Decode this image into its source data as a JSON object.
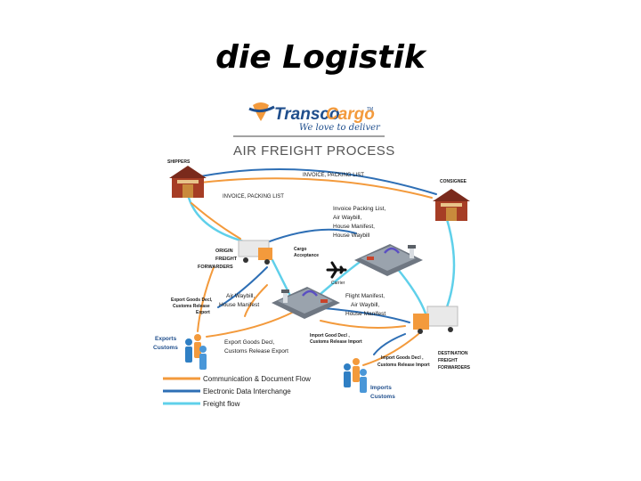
{
  "slide": {
    "title": "die Logistik"
  },
  "brand": {
    "name_part1": "Transco",
    "name_part2": "Cargo",
    "trademark": "TM",
    "tagline": "We love to deliver",
    "process_title": "AIR FREIGHT PROCESS"
  },
  "nodes": {
    "shippers": "SHIPPERS",
    "consignee": "CONSIGNEE",
    "origin_ff": [
      "ORIGIN",
      "FREIGHT",
      "FORWARDERS"
    ],
    "destination_ff": [
      "DESTINATION",
      "FREIGHT",
      "FORWARDERS"
    ],
    "exports_customs": [
      "Exports",
      "Customs"
    ],
    "imports_customs": [
      "Imports",
      "Customs"
    ],
    "carrier": "Carrier",
    "cargo_acceptance": [
      "Cargo",
      "Acceptance"
    ]
  },
  "flow_labels": {
    "invoice_packing_list_top": "INVOICE, PACKING LIST",
    "invoice_packing_list_left": "INVOICE, PACKING LIST",
    "carrier_docs": [
      "Invoice Packing List,",
      "Air Waybill,",
      "House Manifest,",
      "House Waybill"
    ],
    "flight_manifest": [
      "Flight Manifest,",
      "Air Waybill,",
      "House Manifest"
    ],
    "air_waybill_left": [
      "Air Waybill,",
      "House Manifest"
    ],
    "export_goods_decl_small": [
      "Export Goods Decl,",
      "Customs Release",
      "Export"
    ],
    "export_goods_decl": [
      "Export Goods Decl,",
      "Customs Release Export"
    ],
    "import_good_decl": [
      "Import Good Decl ,",
      "Customs Release Import"
    ],
    "import_goods_decl_small": [
      "Import Goods Decl ,",
      "Customs Release Import"
    ]
  },
  "legend": [
    {
      "label": "Communication & Document Flow",
      "color": "#f39a3c"
    },
    {
      "label": "Electronic Data Interchange",
      "color": "#2e6fb5"
    },
    {
      "label": "Freight flow",
      "color": "#5fd0ea"
    }
  ],
  "colors": {
    "orange": "#f39a3c",
    "blue": "#2e6fb5",
    "cyan": "#5fd0ea",
    "brand_blue": "#1f4e8c",
    "brand_orange": "#f39a3c"
  }
}
